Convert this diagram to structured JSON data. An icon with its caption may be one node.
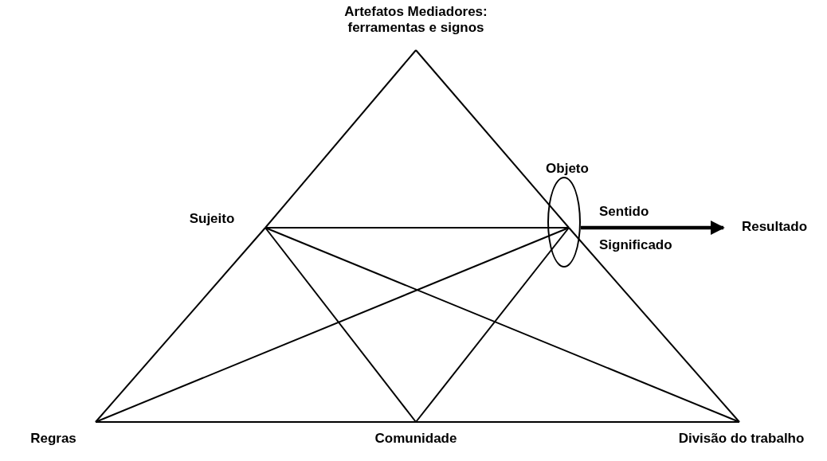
{
  "diagram": {
    "nodes": [
      {
        "text": [
          "Artefatos Mediadores: ferramentas e signos"
        ]
      },
      {
        "text": [
          "Sujeito"
        ]
      },
      {
        "text": [
          "Objeto"
        ]
      },
      {
        "text": [
          "Resultado"
        ]
      },
      {
        "text": [
          "Regras"
        ]
      },
      {
        "text": [
          "Comunidade"
        ]
      },
      {
        "text": [
          "Divisão do trabalho"
        ]
      }
    ],
    "edges": [
      {
        "from": 0,
        "to": 1,
        "arrow": "none"
      },
      {
        "from": 1,
        "to": 4,
        "arrow": "none"
      },
      {
        "from": 0,
        "to": 2,
        "arrow": "none"
      },
      {
        "from": 2,
        "to": 6,
        "arrow": "none"
      },
      {
        "from": 4,
        "to": 5,
        "arrow": "none"
      },
      {
        "from": 5,
        "to": 6,
        "arrow": "none"
      },
      {
        "from": 1,
        "to": 2,
        "arrow": "none"
      },
      {
        "from": 1,
        "to": 5,
        "arrow": "none"
      },
      {
        "from": 1,
        "to": 6,
        "arrow": "none"
      },
      {
        "from": 4,
        "to": 2,
        "arrow": "none"
      },
      {
        "from": 5,
        "to": 2,
        "arrow": "none"
      },
      {
        "from": 2,
        "to": 3,
        "arrow": "to",
        "style": "thick"
      }
    ],
    "labels": [
      "Sentido",
      "Significado"
    ]
  }
}
